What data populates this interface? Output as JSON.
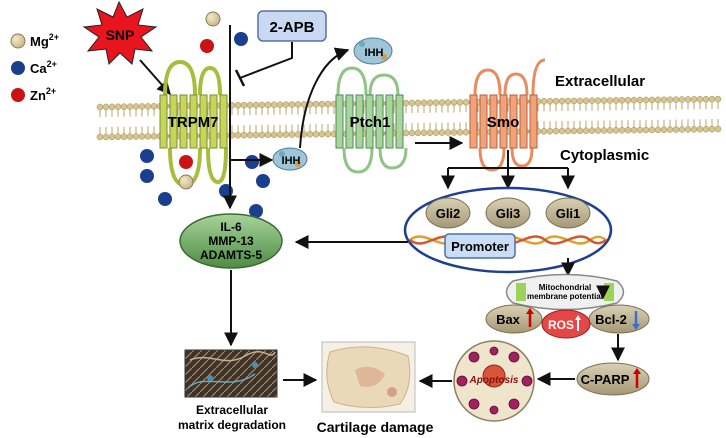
{
  "ions": {
    "legend": [
      {
        "label": "Mg",
        "sup": "2+",
        "color": "#c8b98f"
      },
      {
        "label": "Ca",
        "sup": "2+",
        "color": "#1a3f8f"
      },
      {
        "label": "Zn",
        "sup": "2+",
        "color": "#c81414"
      }
    ]
  },
  "snp": "SNP",
  "inhibitor": "2-APB",
  "membrane": {
    "extracellular": "Extracellular",
    "cytoplasmic": "Cytoplasmic"
  },
  "proteins": {
    "trpm7": "TRPM7",
    "ptch1": "Ptch1",
    "smo": "Smo",
    "ihh": "IHH"
  },
  "nucleus": {
    "gli2": "Gli2",
    "gli3": "Gli3",
    "gli1": "Gli1",
    "promoter": "Promoter"
  },
  "cytokines": {
    "line1": "IL-6",
    "line2": "MMP-13",
    "line3": "ADAMTS-5"
  },
  "mito": {
    "line1": "Mitochondrial",
    "line2": "membrane potential"
  },
  "apoptosis_markers": {
    "bax": "Bax",
    "ros": "ROS",
    "bcl2": "Bcl-2"
  },
  "cparp": "C-PARP",
  "apoptosis": "Apoptosis",
  "ecm": {
    "line1": "Extracellular",
    "line2": "matrix degradation"
  },
  "cartilage": "Cartilage damage",
  "colors": {
    "membrane_head": "#d7c58f",
    "trpm7": "#c6d65a",
    "ptch1": "#a9d59a",
    "smo": "#f2a27a",
    "cytokine": "#6aa55e",
    "nucleus_border": "#1f3f8f",
    "gli": "#b3a98a",
    "promoter": "#c9def4",
    "mito_bar": "#9bd35c",
    "marker": "#b8ad8c",
    "ros": "#e54646",
    "up_arrow": "#cc0000",
    "down_arrow": "#3a6fc7"
  }
}
